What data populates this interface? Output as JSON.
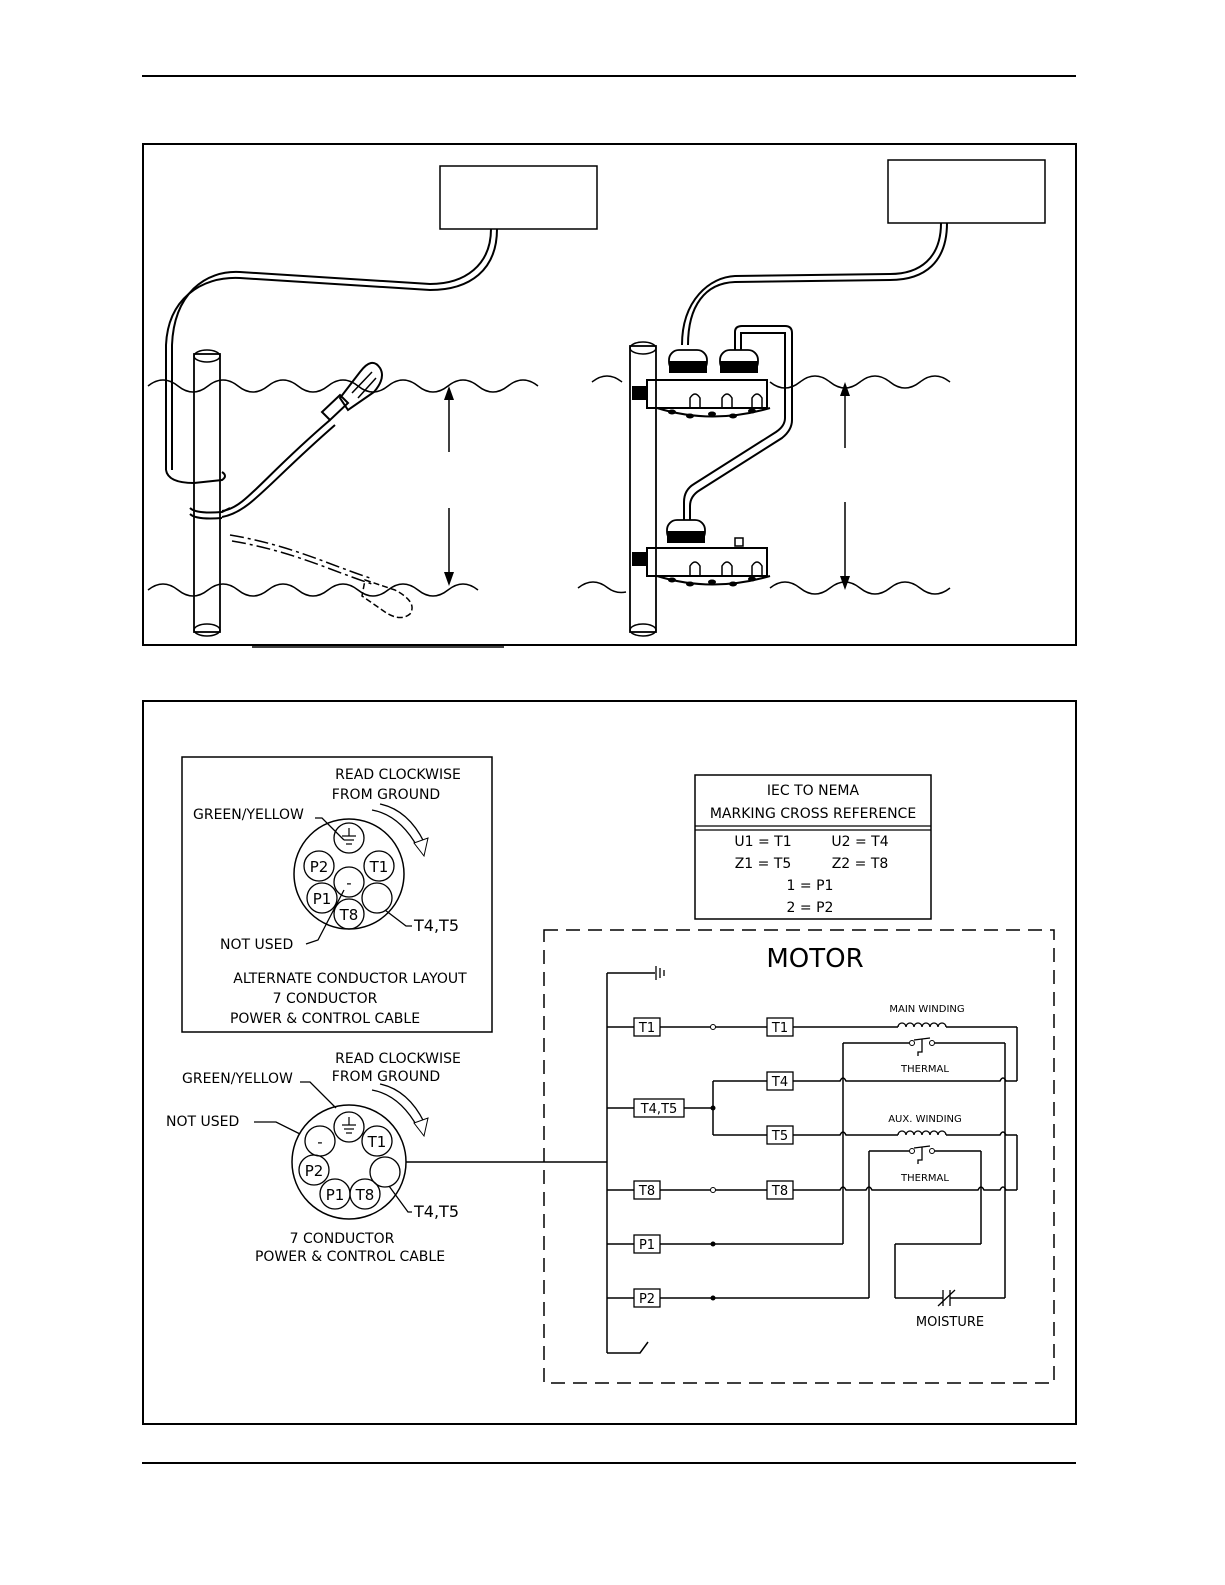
{
  "colors": {
    "ink": "#000000",
    "paper": "#ffffff"
  },
  "cable_layout_alt": {
    "read_line1": "READ CLOCKWISE",
    "read_line2": "FROM GROUND",
    "ground_label": "GREEN/YELLOW",
    "not_used_label": "NOT USED",
    "t4t5_label": "T4,T5",
    "pins": {
      "p2": "P2",
      "t1": "T1",
      "minus": "-",
      "p1": "P1",
      "t8": "T8"
    },
    "caption1": "ALTERNATE CONDUCTOR LAYOUT",
    "caption2": "7 CONDUCTOR",
    "caption3": "POWER & CONTROL CABLE"
  },
  "cable_layout_std": {
    "read_line1": "READ CLOCKWISE",
    "read_line2": "FROM GROUND",
    "ground_label": "GREEN/YELLOW",
    "not_used_label": "NOT USED",
    "t4t5_label": "T4,T5",
    "pins": {
      "minus": "-",
      "t1": "T1",
      "p2": "P2",
      "p1": "P1",
      "t8": "T8"
    },
    "caption1": "7 CONDUCTOR",
    "caption2": "POWER & CONTROL CABLE"
  },
  "cross_reference": {
    "title1": "IEC TO NEMA",
    "title2": "MARKING CROSS REFERENCE",
    "rows": [
      "U1 = T1",
      "U2 = T4",
      "Z1 = T5",
      "Z2 = T8",
      "1 = P1",
      "2 = P2"
    ]
  },
  "motor": {
    "title": "MOTOR",
    "left_terminals": [
      "T1",
      "T4,T5",
      "T8",
      "P1",
      "P2"
    ],
    "right_terminals": [
      "T1",
      "T4",
      "T5",
      "T8"
    ],
    "main_winding": "MAIN WINDING",
    "aux_winding": "AUX. WINDING",
    "thermal1": "THERMAL",
    "thermal2": "THERMAL",
    "moisture": "MOISTURE",
    "coil": "000000"
  }
}
